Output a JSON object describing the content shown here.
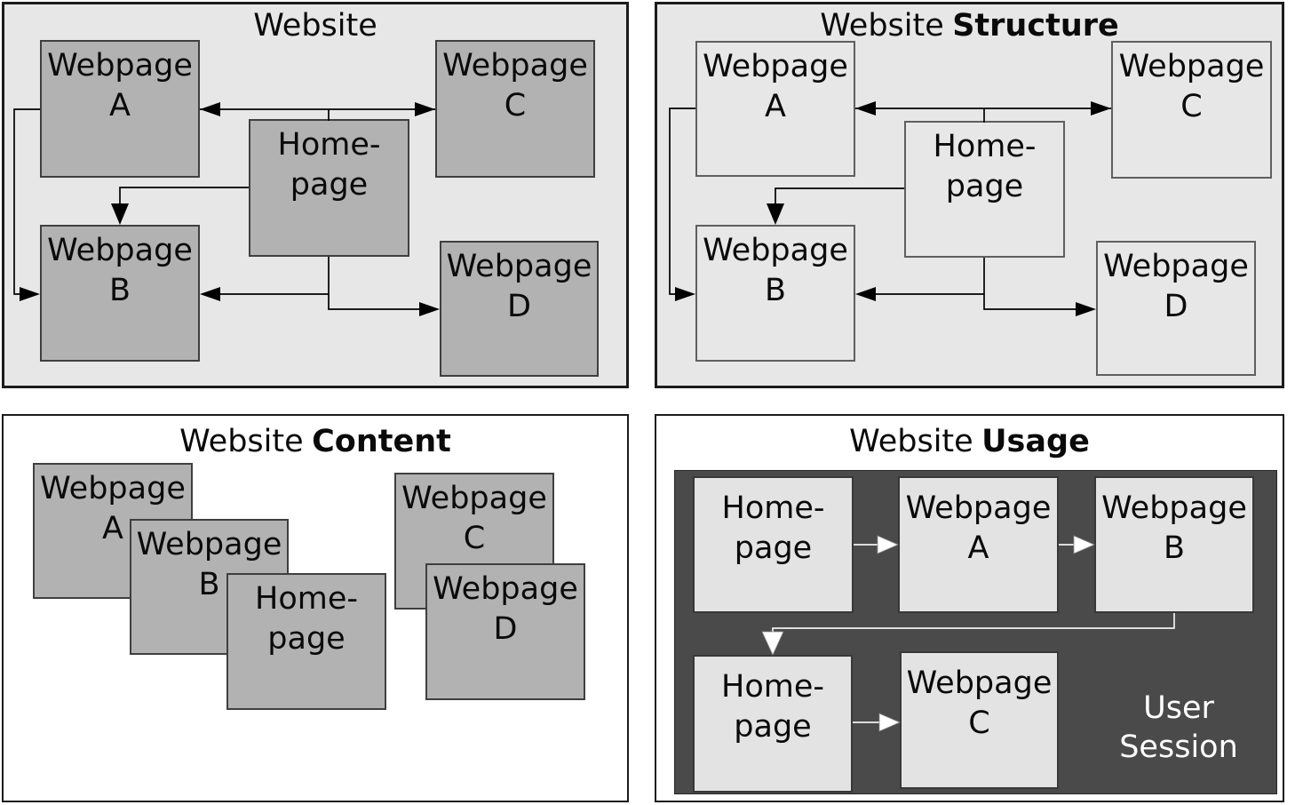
{
  "colors": {
    "panel_background": "#e7e7e7",
    "box_gray": "#b2b2b2",
    "box_light": "#e7e7e7",
    "usage_background": "#4a4a4a",
    "usage_box": "#e3e3e3",
    "arrow_dark": "#000000",
    "arrow_light": "#ffffff"
  },
  "panels": {
    "website": {
      "title": "Website",
      "title_bold": "",
      "boxes": {
        "webpage_a": "Webpage\nA",
        "webpage_b": "Webpage\nB",
        "webpage_c": "Webpage\nC",
        "webpage_d": "Webpage\nD",
        "homepage": "Home-\npage"
      },
      "edges": [
        "homepage <-> webpage-a",
        "homepage <-> webpage-c",
        "homepage -> webpage-b (top)",
        "homepage -> webpage-b (side)",
        "homepage -> webpage-d",
        "webpage-a -> webpage-b"
      ]
    },
    "structure": {
      "title": "Website",
      "title_bold": "Structure",
      "boxes": {
        "webpage_a": "Webpage\nA",
        "webpage_b": "Webpage\nB",
        "webpage_c": "Webpage\nC",
        "webpage_d": "Webpage\nD",
        "homepage": "Home-\npage"
      },
      "edges": [
        "homepage <-> webpage-a",
        "homepage <-> webpage-c",
        "homepage -> webpage-b (top)",
        "homepage -> webpage-b (side)",
        "homepage -> webpage-d",
        "webpage-a -> webpage-b"
      ]
    },
    "content": {
      "title": "Website",
      "title_bold": "Content",
      "boxes": {
        "webpage_a": "Webpage\nA",
        "webpage_b": "Webpage\nB",
        "webpage_c": "Webpage\nC",
        "webpage_d": "Webpage\nD",
        "homepage": "Home-\npage"
      }
    },
    "usage": {
      "title": "Website",
      "title_bold": "Usage",
      "boxes": {
        "homepage_1": "Home-\npage",
        "webpage_a": "Webpage\nA",
        "webpage_b": "Webpage\nB",
        "homepage_2": "Home-\npage",
        "webpage_c": "Webpage\nC"
      },
      "session_label": "User\nSession",
      "edges": [
        "homepage -> webpage-a",
        "webpage-a -> webpage-b",
        "webpage-b -> homepage-2",
        "homepage-2 -> webpage-c"
      ]
    }
  }
}
